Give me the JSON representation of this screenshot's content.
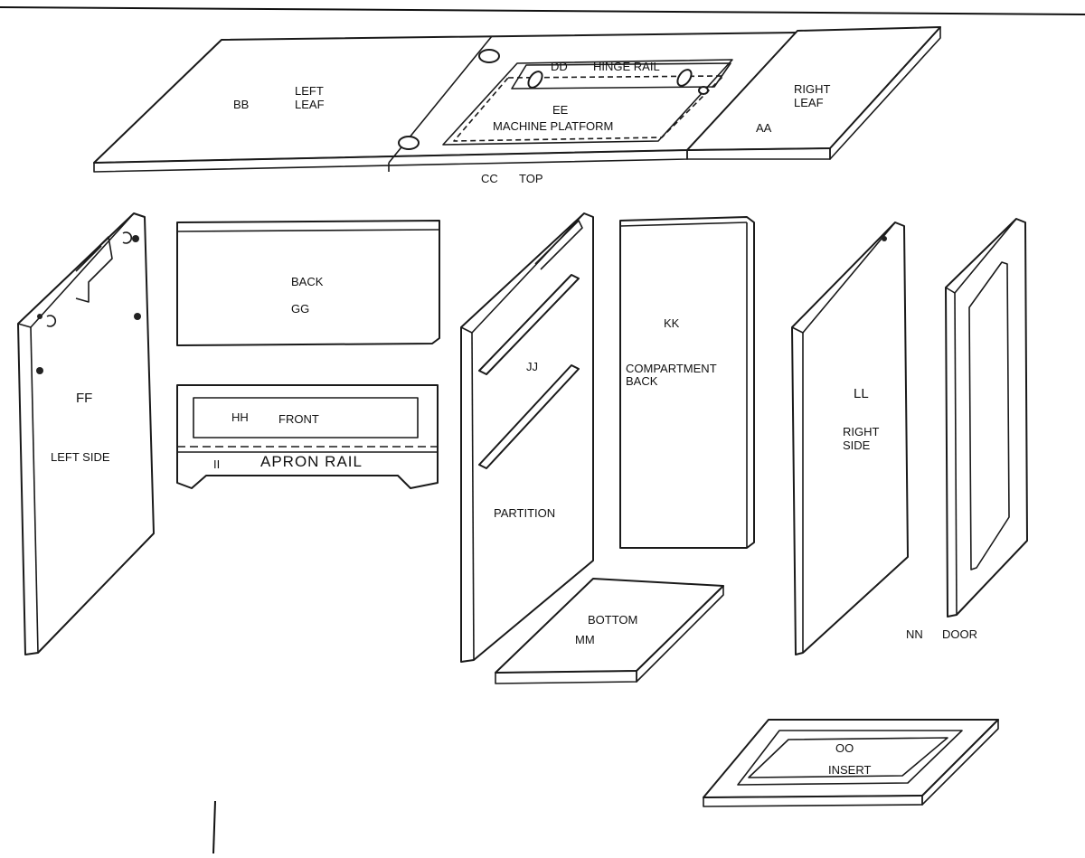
{
  "diagram": {
    "parts": {
      "right_leaf": {
        "code": "AA",
        "name_line1": "RIGHT",
        "name_line2": "LEAF"
      },
      "left_leaf": {
        "code": "BB",
        "name_line1": "LEFT",
        "name_line2": "LEAF"
      },
      "top": {
        "code": "CC",
        "name": "TOP"
      },
      "hinge_rail": {
        "code": "DD",
        "name": "HINGE RAIL"
      },
      "machine_platform": {
        "code": "EE",
        "name": "MACHINE PLATFORM"
      },
      "left_side": {
        "code": "FF",
        "name": "LEFT SIDE"
      },
      "back": {
        "code": "GG",
        "name": "BACK"
      },
      "front": {
        "code": "HH",
        "name": "FRONT"
      },
      "apron_rail": {
        "code": "II",
        "name": "APRON RAIL"
      },
      "partition": {
        "code": "JJ",
        "name": "PARTITION"
      },
      "compartment_back": {
        "code": "KK",
        "name_line1": "COMPARTMENT",
        "name_line2": "BACK"
      },
      "right_side": {
        "code": "LL",
        "name_line1": "RIGHT",
        "name_line2": "SIDE"
      },
      "bottom": {
        "code": "MM",
        "name": "BOTTOM"
      },
      "door": {
        "code": "NN",
        "name": "DOOR"
      },
      "insert": {
        "code": "OO",
        "name": "INSERT"
      }
    }
  }
}
